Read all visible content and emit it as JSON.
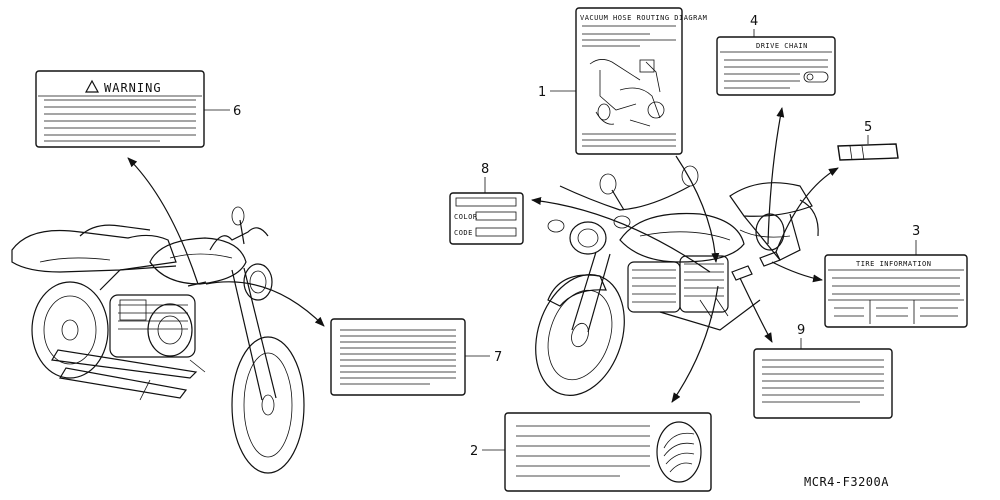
{
  "callouts": {
    "c1": "1",
    "c2": "2",
    "c3": "3",
    "c4": "4",
    "c5": "5",
    "c6": "6",
    "c7": "7",
    "c8": "8",
    "c9": "9"
  },
  "labels": {
    "warning": "WARNING",
    "vacuum": "VACUUM HOSE ROUTING DIAGRAM",
    "drive_chain": "DRIVE CHAIN",
    "tire_info": "TIRE INFORMATION",
    "color": "COLOR",
    "code": "CODE"
  },
  "diagram_code": "MCR4-F3200A"
}
